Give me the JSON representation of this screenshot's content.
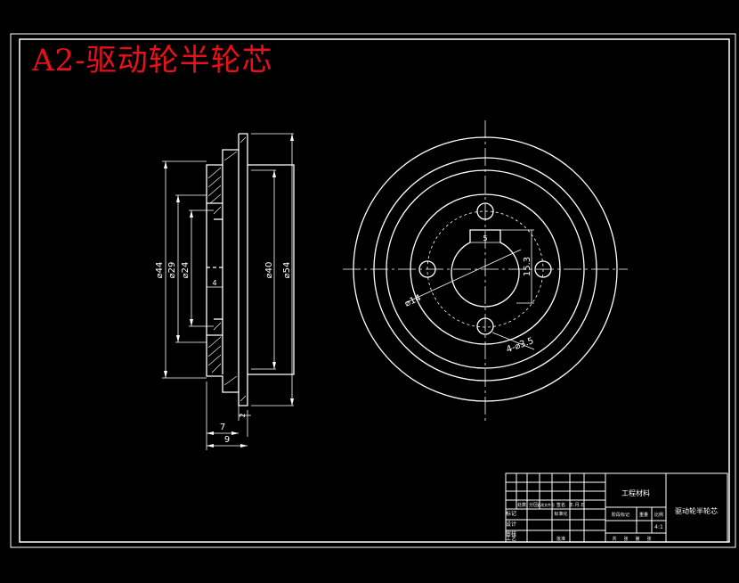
{
  "title": "A2-驱动轮半轮芯",
  "dimensions": {
    "side": {
      "d44": "⌀44",
      "d29": "⌀29",
      "d24": "⌀24",
      "d40": "⌀40",
      "d54": "⌀54",
      "w4": "4",
      "w2": "2",
      "w7": "7",
      "w9": "9"
    },
    "front": {
      "w5": "5",
      "h15_3": "15.3",
      "d14": "⌀14",
      "holes": "4-⌀3.5"
    }
  },
  "title_block": {
    "company": "工程材料",
    "part_name": "驱动轮半轮芯",
    "scale": "4:1",
    "row_labels": [
      "标记",
      "设计",
      "审核",
      "工艺"
    ],
    "header_cells": [
      "处数",
      "分区",
      "更改文件号",
      "签名",
      "年.月.日"
    ],
    "sub_cells": [
      "标准化",
      "批准"
    ],
    "stage_labels": [
      "阶段标记",
      "重量",
      "比例"
    ],
    "sheet_labels": [
      "共",
      "张",
      "第",
      "张"
    ]
  },
  "colors": {
    "background": "#000000",
    "lines": "#ffffff",
    "title": "#e8101a"
  }
}
